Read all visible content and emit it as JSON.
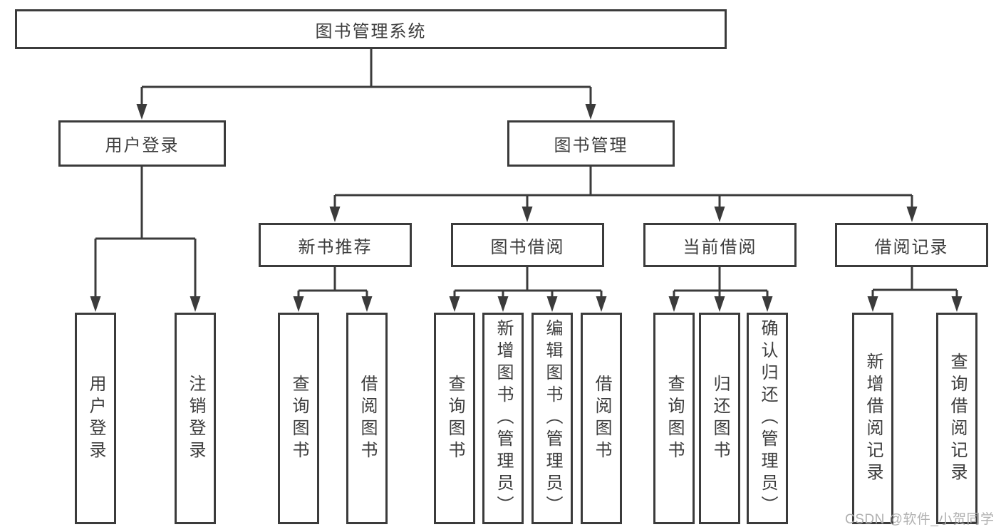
{
  "diagram": {
    "root": {
      "label": "图书管理系统",
      "children": [
        {
          "label": "用户登录",
          "children": [
            {
              "label": "用户登录"
            },
            {
              "label": "注销登录"
            }
          ]
        },
        {
          "label": "图书管理",
          "children": [
            {
              "label": "新书推荐",
              "children": [
                {
                  "label": "查询图书"
                },
                {
                  "label": "借阅图书"
                }
              ]
            },
            {
              "label": "图书借阅",
              "children": [
                {
                  "label": "查询图书"
                },
                {
                  "label": "新增图书（管理员）"
                },
                {
                  "label": "编辑图书（管理员）"
                },
                {
                  "label": "借阅图书"
                }
              ]
            },
            {
              "label": "当前借阅",
              "children": [
                {
                  "label": "查询图书"
                },
                {
                  "label": "归还图书"
                },
                {
                  "label": "确认归还（管理员）"
                }
              ]
            },
            {
              "label": "借阅记录",
              "children": [
                {
                  "label": "新增借阅记录"
                },
                {
                  "label": "查询借阅记录"
                }
              ]
            }
          ]
        }
      ]
    },
    "watermark": "CSDN @软件_小贺同学",
    "colors": {
      "line": "#3b3b3b",
      "text": "#3d3d3d",
      "background": "#ffffff",
      "watermark": "#b0b0b0"
    }
  }
}
